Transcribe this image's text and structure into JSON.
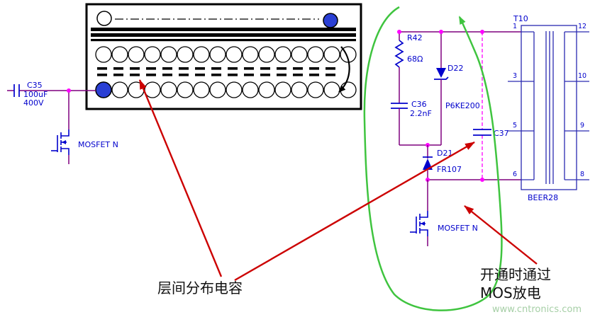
{
  "colors": {
    "wire": "#7f007f",
    "component": "#0000cc",
    "junction": "#ff00ff",
    "annotation_arrow": "#cc0000",
    "highlight_loop": "#3fc43f",
    "watermark": "#a6cfa6"
  },
  "left_circuit": {
    "c35_ref": "C35",
    "c35_value": "100uF",
    "c35_voltage": "400V",
    "mosfet_label": "MOSFET N"
  },
  "snubber": {
    "r42_ref": "R42",
    "r42_value": "68Ω",
    "d22_ref": "D22",
    "d22_part": "P6KE200",
    "c36_ref": "C36",
    "c36_value": "2.2nF",
    "d21_ref": "D21",
    "d21_part": "FR107",
    "c37_ref": "C37",
    "mosfet_label": "MOSFET N"
  },
  "transformer": {
    "ref": "T10",
    "part": "BEER28",
    "left_pins": [
      "1",
      "3",
      "5",
      "6"
    ],
    "right_pins": [
      "12",
      "10",
      "9",
      "8"
    ]
  },
  "annotations": {
    "interlayer_capacitance": "层间分布电容",
    "discharge_line1": "开通时通过",
    "discharge_line2": "MOS放电"
  },
  "watermark": "www.cntronics.com"
}
